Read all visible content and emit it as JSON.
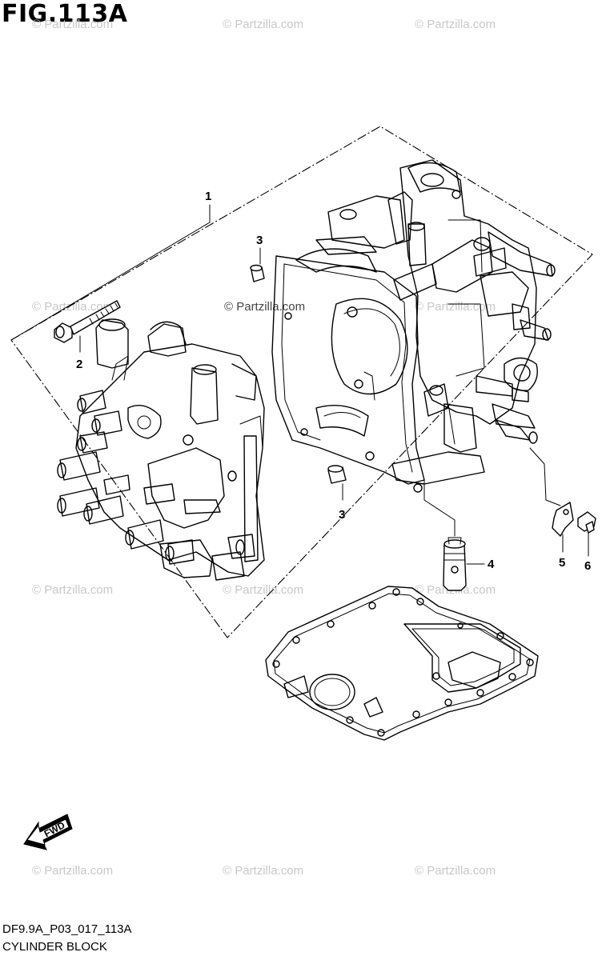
{
  "figure": {
    "title": "FIG.113A",
    "code": "DF9.9A_P03_017_113A",
    "name": "CYLINDER BLOCK"
  },
  "callouts": [
    "1",
    "2",
    "3",
    "3",
    "4",
    "5",
    "6"
  ],
  "watermark": "© Partzilla.com",
  "fwd_label": "FWD"
}
